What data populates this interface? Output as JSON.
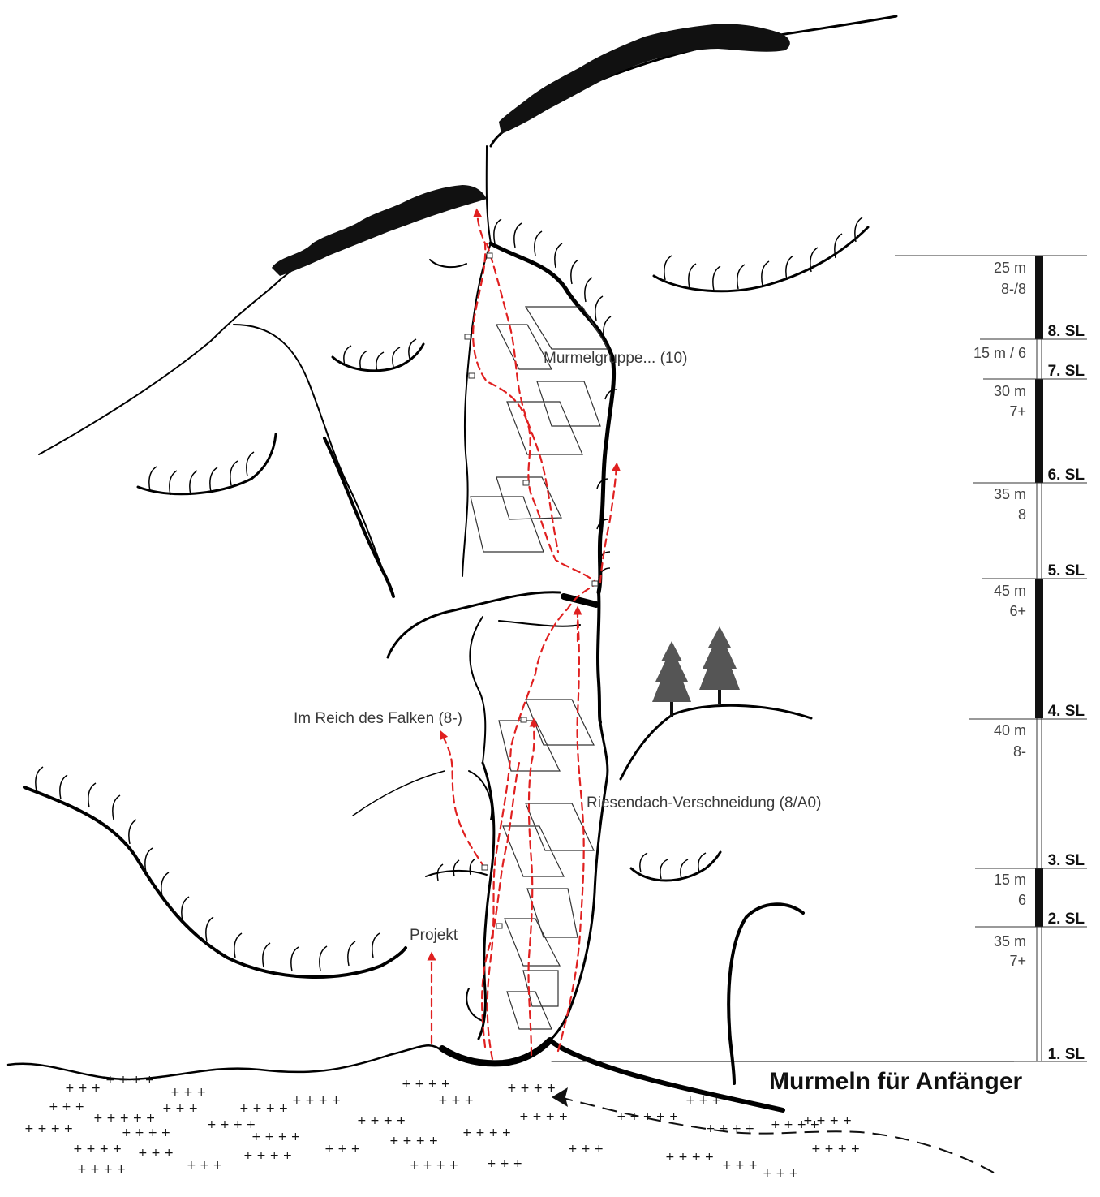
{
  "title": "Murmeln für Anfänger",
  "routes": {
    "murmelgruppe": "Murmelgruppe... (10)",
    "falken": "Im Reich des Falken (8-)",
    "riesendach": "Riesendach-Verschneidung (8/A0)",
    "projekt": "Projekt"
  },
  "pitches": [
    {
      "label": "1. SL",
      "length": "35 m",
      "grade": "7+"
    },
    {
      "label": "2. SL",
      "length": "15 m",
      "grade": "6"
    },
    {
      "label": "3. SL",
      "length": "40 m",
      "grade": "8-"
    },
    {
      "label": "4. SL",
      "length": "45 m",
      "grade": "6+"
    },
    {
      "label": "5. SL",
      "length": "35 m",
      "grade": "8"
    },
    {
      "label": "6. SL",
      "length": "30 m",
      "grade": "7+"
    },
    {
      "label": "7. SL",
      "length": "15 m / 6",
      "grade": ""
    },
    {
      "label": "8. SL",
      "length": "25 m",
      "grade": "8-/8"
    }
  ],
  "colors": {
    "route": "#e02020",
    "rock": "#000000",
    "label": "#3a3a3a"
  }
}
